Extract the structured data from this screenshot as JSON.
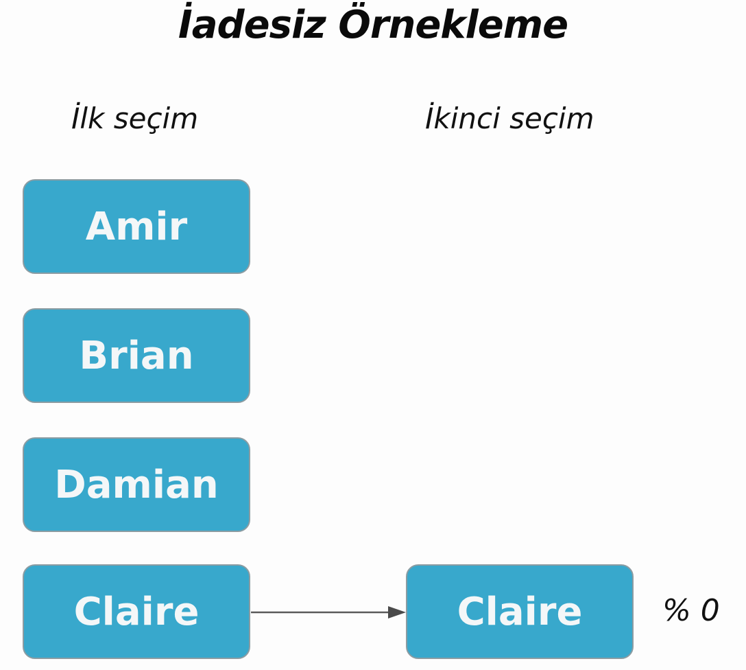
{
  "title": "İadesiz Örnekleme",
  "columns": {
    "first_label": "İlk seçim",
    "second_label": "İkinci seçim"
  },
  "first_selection": [
    {
      "name": "Amir"
    },
    {
      "name": "Brian"
    },
    {
      "name": "Damian"
    },
    {
      "name": "Claire"
    }
  ],
  "second_selection": {
    "name": "Claire",
    "probability_label": "% 0"
  },
  "colors": {
    "box_fill": "#38a8cc",
    "box_border": "#8c9ca2",
    "box_text": "#f4f7f8",
    "arrow": "#555555"
  }
}
